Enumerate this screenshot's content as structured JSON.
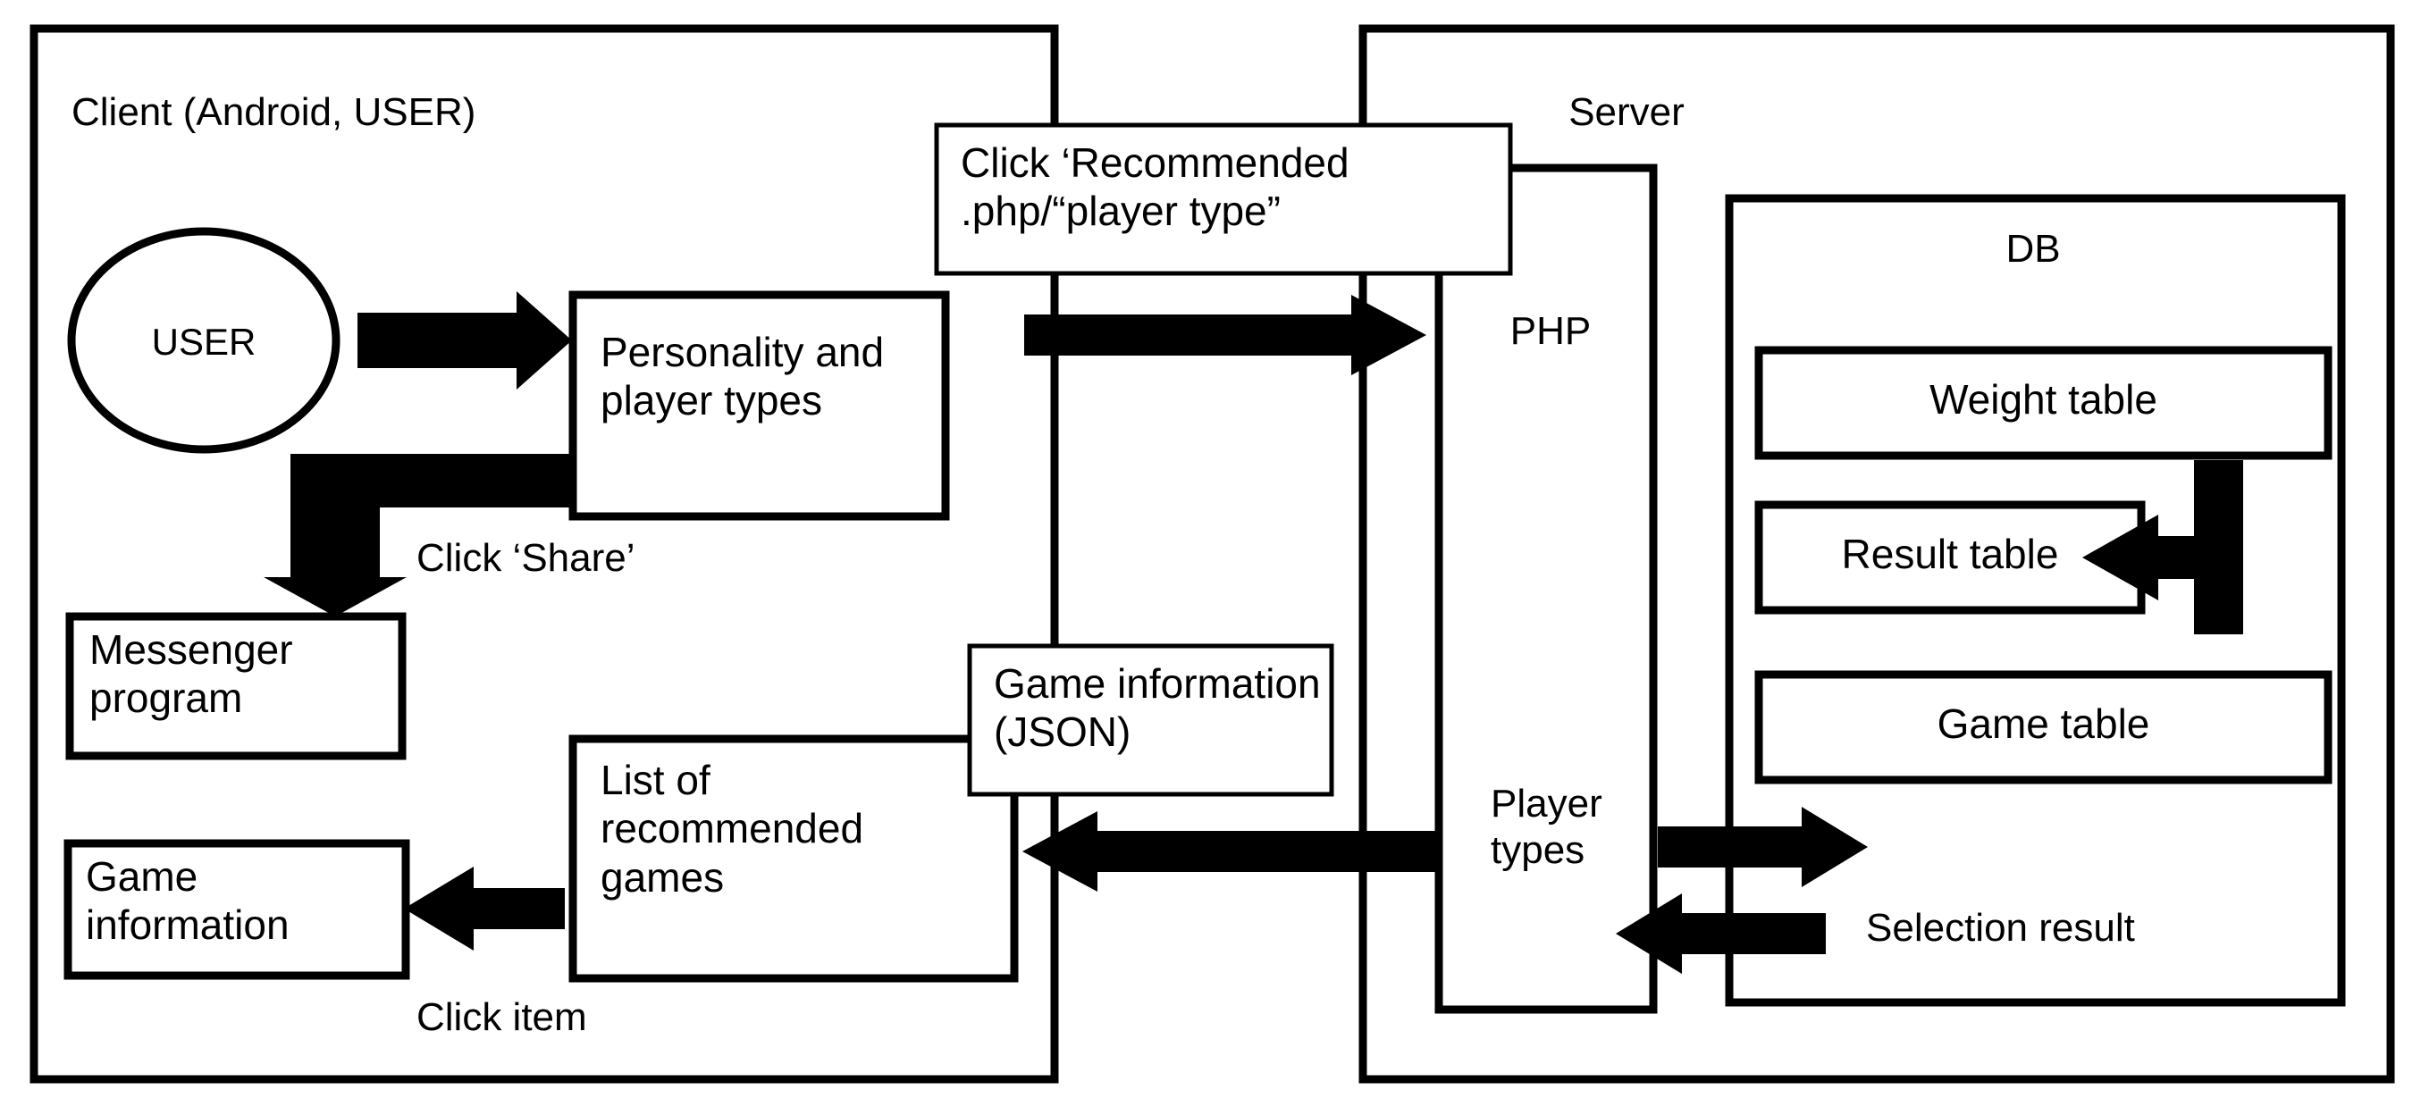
{
  "diagram": {
    "title": "Client-Server architecture for game recommendation system",
    "colors": {
      "stroke": "#000000",
      "fill": "#ffffff",
      "arrow": "#000000"
    },
    "zones": [
      {
        "id": "client",
        "label": "Client (Android, USER)"
      },
      {
        "id": "server",
        "label": "Server"
      }
    ],
    "client": {
      "label": "Client (Android, USER)",
      "actor": {
        "label": "USER",
        "shape": "ellipse"
      },
      "boxes": [
        {
          "id": "personality",
          "label": "Personality and\nplayer types"
        },
        {
          "id": "messenger",
          "label": "Messenger\nprogram"
        },
        {
          "id": "list",
          "label": "List of\nrecommended\ngames"
        },
        {
          "id": "gameinfo",
          "label": "Game\ninformation"
        }
      ],
      "edge_labels": [
        {
          "id": "click-share",
          "label": "Click ‘Share’"
        },
        {
          "id": "click-item",
          "label": "Click item"
        }
      ]
    },
    "server": {
      "label": "Server",
      "php": {
        "label": "PHP"
      },
      "db": {
        "label": "DB",
        "tables": [
          {
            "id": "weight-table",
            "label": "Weight table"
          },
          {
            "id": "result-table",
            "label": "Result table"
          },
          {
            "id": "game-table",
            "label": "Game table"
          }
        ]
      },
      "edge_labels": [
        {
          "id": "player-types",
          "label": "Player\ntypes"
        },
        {
          "id": "selection-result",
          "label": "Selection result"
        }
      ]
    },
    "callouts": [
      {
        "id": "request-callout",
        "label": "Click ‘Recommended\n.php/“player type”"
      },
      {
        "id": "response-callout",
        "label": "Game information\n(JSON)"
      }
    ],
    "flows": [
      {
        "id": "user-to-personality",
        "from": "USER",
        "to": "Personality and player types",
        "direction": "right"
      },
      {
        "id": "personality-to-messenger",
        "from": "Personality and player types",
        "to": "Messenger program",
        "direction": "elbow-down",
        "label": "Click ‘Share’"
      },
      {
        "id": "client-to-php",
        "from": "Personality and player types",
        "to": "PHP",
        "direction": "right",
        "label": "Click ‘Recommended .php/“player type”"
      },
      {
        "id": "php-to-client",
        "from": "PHP",
        "to": "List of recommended games",
        "direction": "left",
        "label": "Game information (JSON)"
      },
      {
        "id": "php-to-db",
        "from": "PHP",
        "to": "DB",
        "direction": "right",
        "label": "Player types"
      },
      {
        "id": "db-to-php",
        "from": "DB",
        "to": "PHP",
        "direction": "left",
        "label": "Selection result"
      },
      {
        "id": "weight-to-result",
        "from": "Weight table",
        "to": "Result table",
        "direction": "elbow-left"
      },
      {
        "id": "list-to-gameinfo",
        "from": "List of recommended games",
        "to": "Game information",
        "direction": "left",
        "label": "Click item"
      }
    ]
  }
}
